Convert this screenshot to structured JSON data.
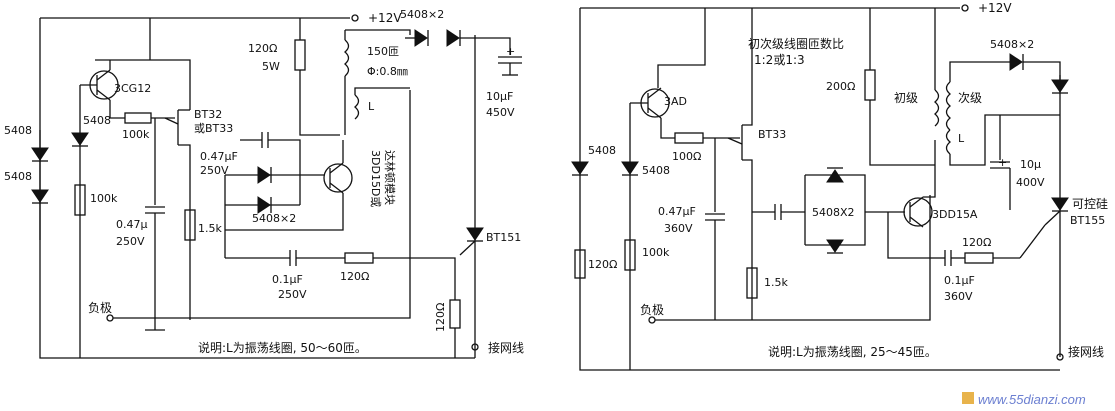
{
  "left": {
    "vcc": "+12V",
    "diodes_top": "5408×2",
    "r_collector": "120Ω",
    "r_collector_power": "5W",
    "coil_turns": "150匝",
    "coil_wire": "Φ:0.8㎜",
    "coil_l": "L",
    "cap_out": "10μF",
    "cap_out_v": "450V",
    "q1": "3CG12",
    "d1": "5408",
    "d2": "5408",
    "d3": "5408",
    "r_100k_h": "100k",
    "r_100k_v": "100k",
    "ujt": "BT32",
    "ujt2": "或BT33",
    "cap_047": "0.47μF",
    "cap_047_v": "250V",
    "cap_047b": "0.47μ",
    "cap_047b_v": "250V",
    "r_15k": "1.5k",
    "diodes_mid": "5408×2",
    "q_main": "3DD15D或",
    "q_main2": "达林顿模块",
    "cap_01": "0.1μF",
    "cap_01_v": "250V",
    "r_120": "120Ω",
    "scr": "BT151",
    "r_120v": "120Ω",
    "neg": "负极",
    "net": "接网线",
    "note": "说明:L为振荡线圈, 50～60匝。"
  },
  "right": {
    "vcc": "+12V",
    "ratio": "初次级线圈匝数比",
    "ratio2": "1:2或1:3",
    "diodes_top": "5408×2",
    "r_200": "200Ω",
    "primary": "初级",
    "secondary": "次级",
    "coil_l": "L",
    "q1": "3AD",
    "d1": "5408",
    "d2": "5408",
    "r_100": "100Ω",
    "ujt": "BT33",
    "r_120v": "120Ω",
    "r_100k": "100k",
    "cap_047": "0.47μF",
    "cap_047_v": "360V",
    "diodes_mid": "5408X2",
    "q_main": "3DD15A",
    "cap_10": "10μ",
    "cap_10_v": "400V",
    "scr_cn": "可控硅",
    "scr": "BT155",
    "r_120": "120Ω",
    "cap_01": "0.1μF",
    "cap_01_v": "360V",
    "r_15k": "1.5k",
    "neg": "负极",
    "net": "接网线",
    "note": "说明:L为振荡线圈, 25～45匝。"
  },
  "watermark": "www.55dianzi.com"
}
